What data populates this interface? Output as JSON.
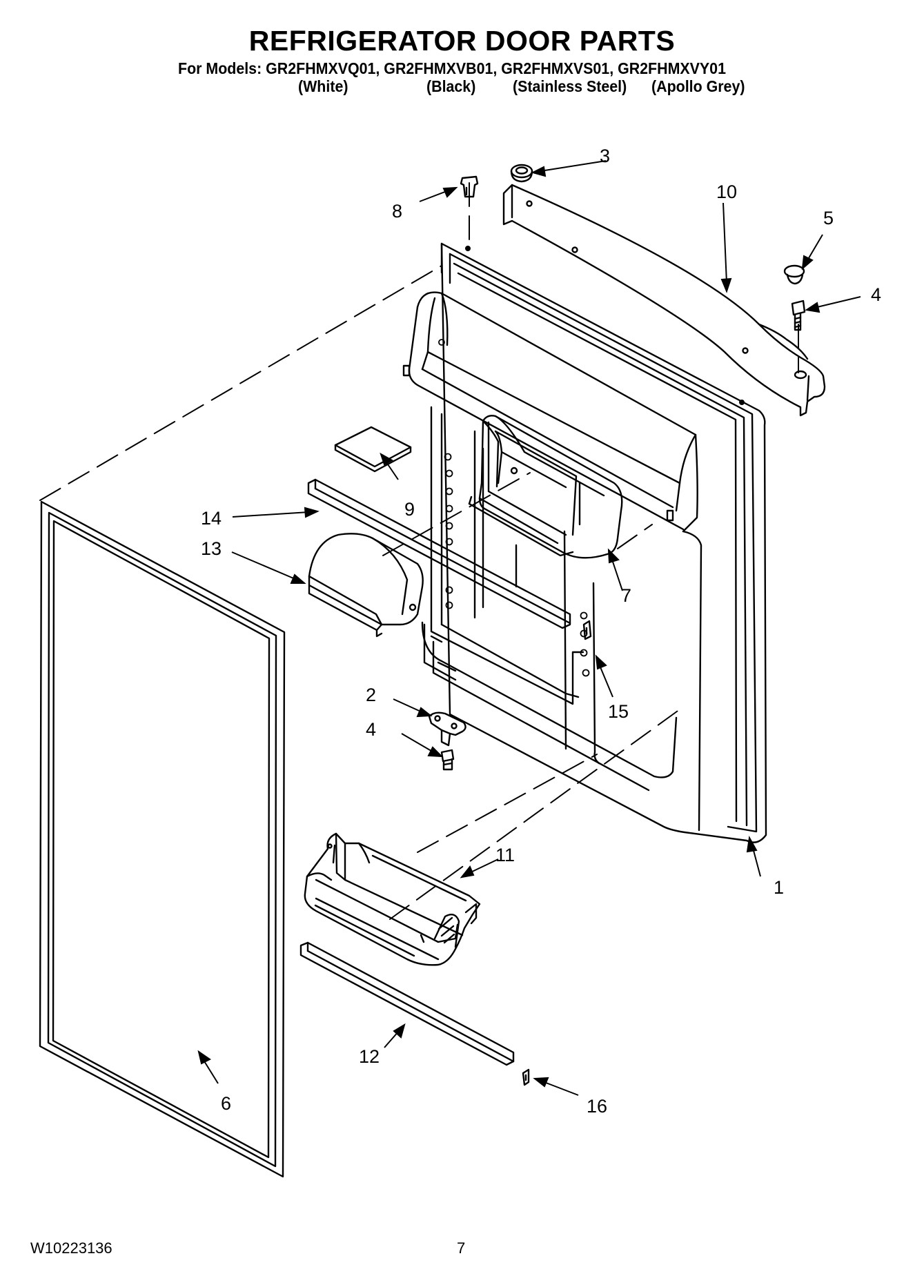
{
  "header": {
    "title": "REFRIGERATOR DOOR PARTS",
    "models_line": "For Models: GR2FHMXVQ01, GR2FHMXVB01, GR2FHMXVS01, GR2FHMXVY01",
    "variants": [
      "(White)",
      "(Black)",
      "(Stainless Steel)",
      "(Apollo Grey)"
    ]
  },
  "callouts": [
    "1",
    "2",
    "3",
    "4",
    "4",
    "5",
    "6",
    "7",
    "8",
    "9",
    "10",
    "11",
    "12",
    "13",
    "14",
    "15",
    "16"
  ],
  "footer": {
    "doc_number": "W10223136",
    "page_number": "7"
  }
}
